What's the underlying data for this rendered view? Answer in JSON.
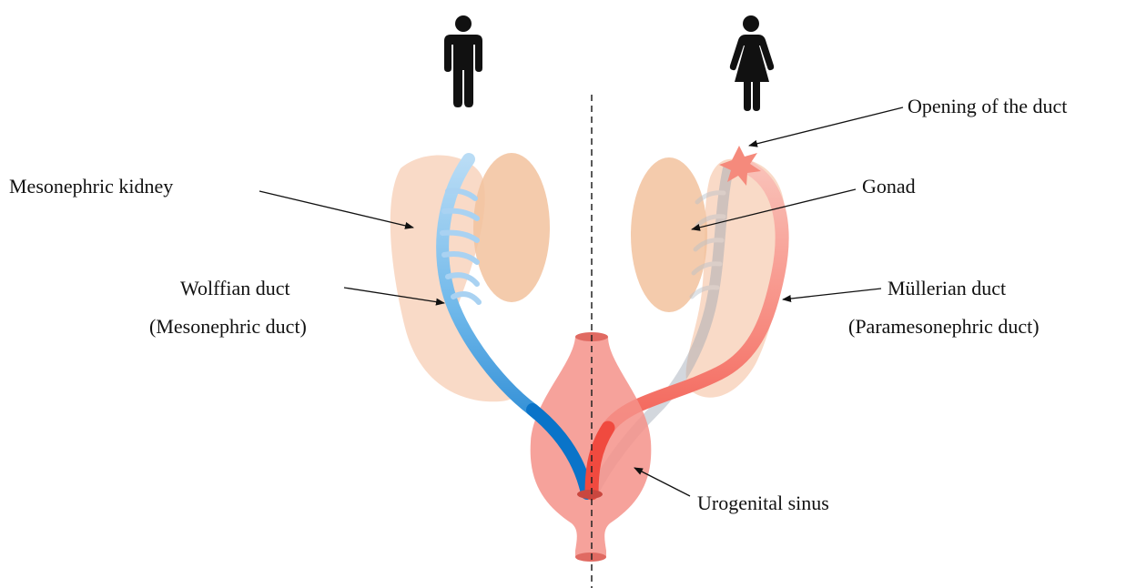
{
  "labels": {
    "mesonephric_kidney": "Mesonephric kidney",
    "wolffian_duct": "Wolffian duct",
    "wolffian_duct_alt": "(Mesonephric duct)",
    "opening_of_duct": "Opening of the duct",
    "gonad": "Gonad",
    "mullerian_duct": "Müllerian duct",
    "mullerian_duct_alt": "(Paramesonephric duct)",
    "urogenital_sinus": "Urogenital sinus"
  },
  "icons": {
    "left": "male-figure-icon",
    "right": "female-figure-icon"
  },
  "colors": {
    "wolffian_duct": "#2f8fd8",
    "mullerian_duct": "#f26157",
    "kidney": "#f7cdb4",
    "gonad": "#f2c29e",
    "sinus": "#f5928a",
    "divider": "#222222"
  }
}
